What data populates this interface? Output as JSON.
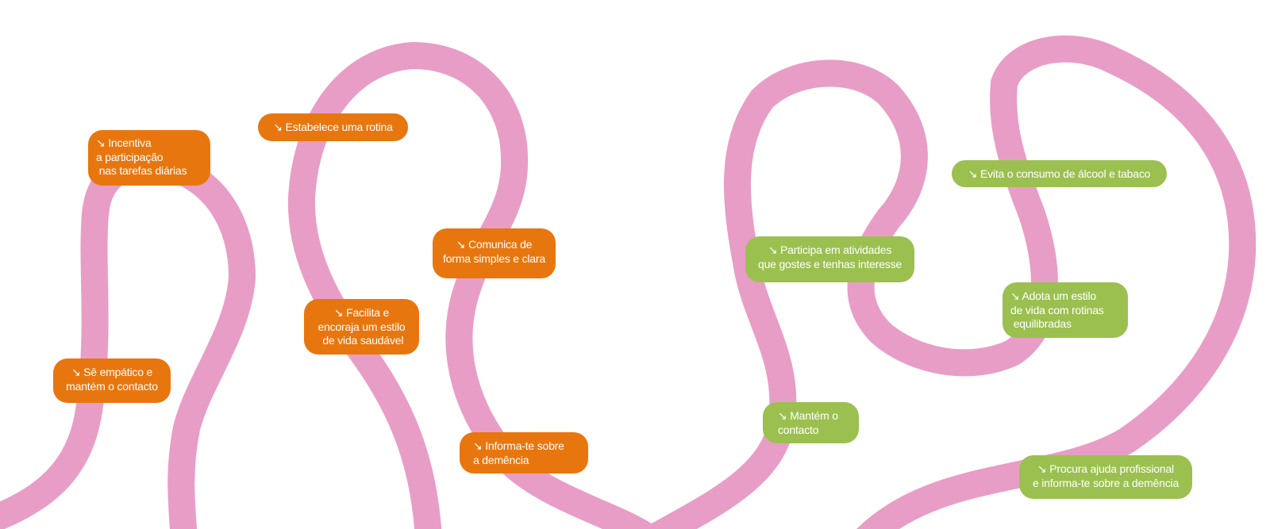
{
  "colors": {
    "path": "#e89dc6",
    "orange": "#e8760f",
    "green": "#9bc04f",
    "text": "#ffffff",
    "background": "#ffffff"
  },
  "arrow_icon": "arrow-down-right-icon",
  "tips": [
    {
      "id": "incentiva",
      "color": "orange",
      "text": "↘ Incentiva\na participação\n nas tarefas diárias"
    },
    {
      "id": "estabelece",
      "color": "orange",
      "text": "↘ Estabelece uma rotina"
    },
    {
      "id": "comunica",
      "color": "orange",
      "text": "↘ Comunica de\nforma simples e clara"
    },
    {
      "id": "facilita",
      "color": "orange",
      "text": "↘ Facilita e\nencoraja um estilo\n de vida saudável"
    },
    {
      "id": "empatico",
      "color": "orange",
      "text": "↘ Sê empático e\nmantém o contacto"
    },
    {
      "id": "informa",
      "color": "orange",
      "text": "↘ Informa-te sobre\na demência"
    },
    {
      "id": "participa",
      "color": "green",
      "text": "↘ Participa em atividades\nque gostes e tenhas interesse"
    },
    {
      "id": "evita",
      "color": "green",
      "text": "↘ Evita o consumo de álcool e tabaco"
    },
    {
      "id": "adota",
      "color": "green",
      "text": "↘ Adota um estilo\nde vida com rotinas\n equilibradas"
    },
    {
      "id": "mantem",
      "color": "green",
      "text": "↘ Mantém o\ncontacto"
    },
    {
      "id": "procura",
      "color": "green",
      "text": "↘ Procura ajuda profissional\ne informa-te sobre a demência"
    }
  ]
}
